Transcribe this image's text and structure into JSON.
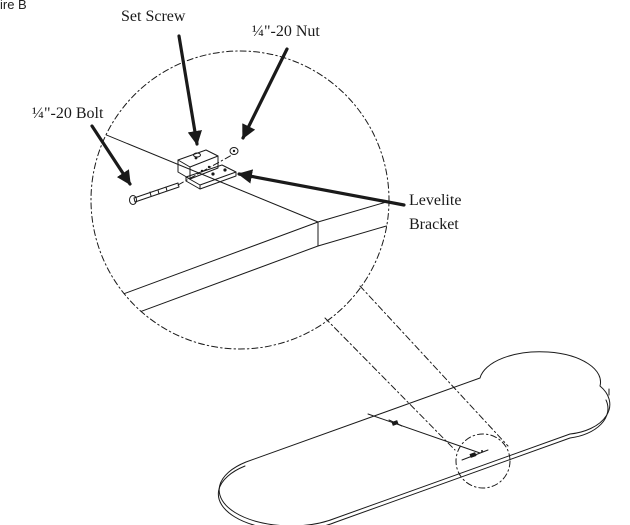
{
  "figure": {
    "caption": "ire B"
  },
  "labels": {
    "set_screw": "Set Screw",
    "nut": "¼\"-20 Nut",
    "bolt": "¼\"-20 Bolt",
    "bracket_line1": "Levelite",
    "bracket_line2": "Bracket"
  },
  "colors": {
    "ink": "#1a1a1a",
    "paper": "#ffffff"
  }
}
